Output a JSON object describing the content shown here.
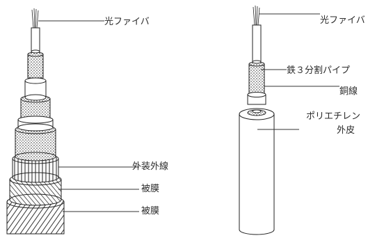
{
  "left_cable": {
    "labels": [
      "光ファイバ",
      "外装外線",
      "被膜",
      "被膜"
    ]
  },
  "right_cable": {
    "labels": [
      "光ファイバ",
      "鉄３分割パイプ",
      "銅線",
      "ポリエチレン",
      "外皮"
    ]
  },
  "colors": {
    "ink": "#2a2a2a",
    "paper": "#ffffff"
  }
}
